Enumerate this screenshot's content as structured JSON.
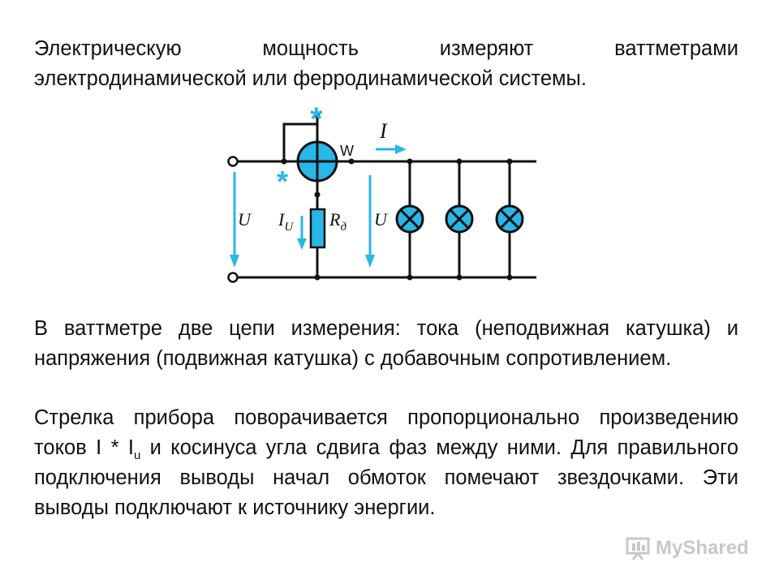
{
  "intro": {
    "line1": "Электрическую мощность измеряют ваттметрами",
    "line2": "электродинамической или ферродинамической системы."
  },
  "diagram": {
    "star_top": "*",
    "star_left": "*",
    "meter_label": "W",
    "current_label": "I",
    "voltage_left_label": "U",
    "coil_current_label": "I",
    "coil_current_sub": "U",
    "resistor_label": "R",
    "resistor_sub": "д",
    "voltage_right_label": "U",
    "lamp_count": 3,
    "colors": {
      "accent": "#29b6e8",
      "line": "#111111"
    }
  },
  "para2": "В ваттметре две цепи измерения: тока (неподвижная катушка) и напряжения (подвижная катушка) с добавочным сопротивлением.",
  "para3": {
    "part1": "Стрелка прибора поворачивается пропорционально произведению токов I * I",
    "sub": "u",
    "part2": " и косинуса угла сдвига фаз между ними. Для правильного подключения выводы начал обмоток помечают звездочками. Эти выводы подключают к источнику энергии."
  },
  "watermark": {
    "text": "MyShared"
  }
}
